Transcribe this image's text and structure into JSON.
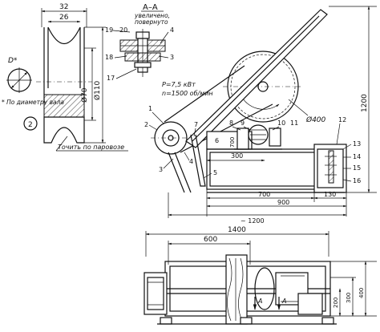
{
  "pulley_detail": {
    "dim_top_outer": "32",
    "dim_top_inner": "26",
    "dim_bore": "Ø70",
    "dim_outer": "Ø110",
    "dim_bore_label": "D*",
    "note_bore": "* По диаметру вала",
    "part_number": "2",
    "turn_note": "Точить по паровозе"
  },
  "section_view": {
    "title": "А–А",
    "subtitle_line1": "увеличено,",
    "subtitle_line2": "повернуто",
    "callouts": [
      "19",
      "20",
      "4",
      "18",
      "3",
      "17"
    ]
  },
  "main_view": {
    "motor_power": "P=7,5 кВт",
    "motor_speed": "n=1500 об/мин",
    "saw_diameter": "Ø400",
    "height_dim": "1200",
    "height_dim_small": "700",
    "dims_bottom": [
      "300",
      "700",
      "130",
      "900",
      "~ 1200"
    ],
    "callouts": [
      "1",
      "2",
      "3",
      "4",
      "5",
      "6",
      "7",
      "8",
      "9",
      "10",
      "11",
      "12",
      "13",
      "14",
      "15",
      "16"
    ]
  },
  "plan_view": {
    "dim_overall": "1400",
    "dim_inner": "600",
    "dims_right": [
      "200",
      "300",
      "400"
    ],
    "section_markers": [
      "A",
      "A"
    ]
  }
}
